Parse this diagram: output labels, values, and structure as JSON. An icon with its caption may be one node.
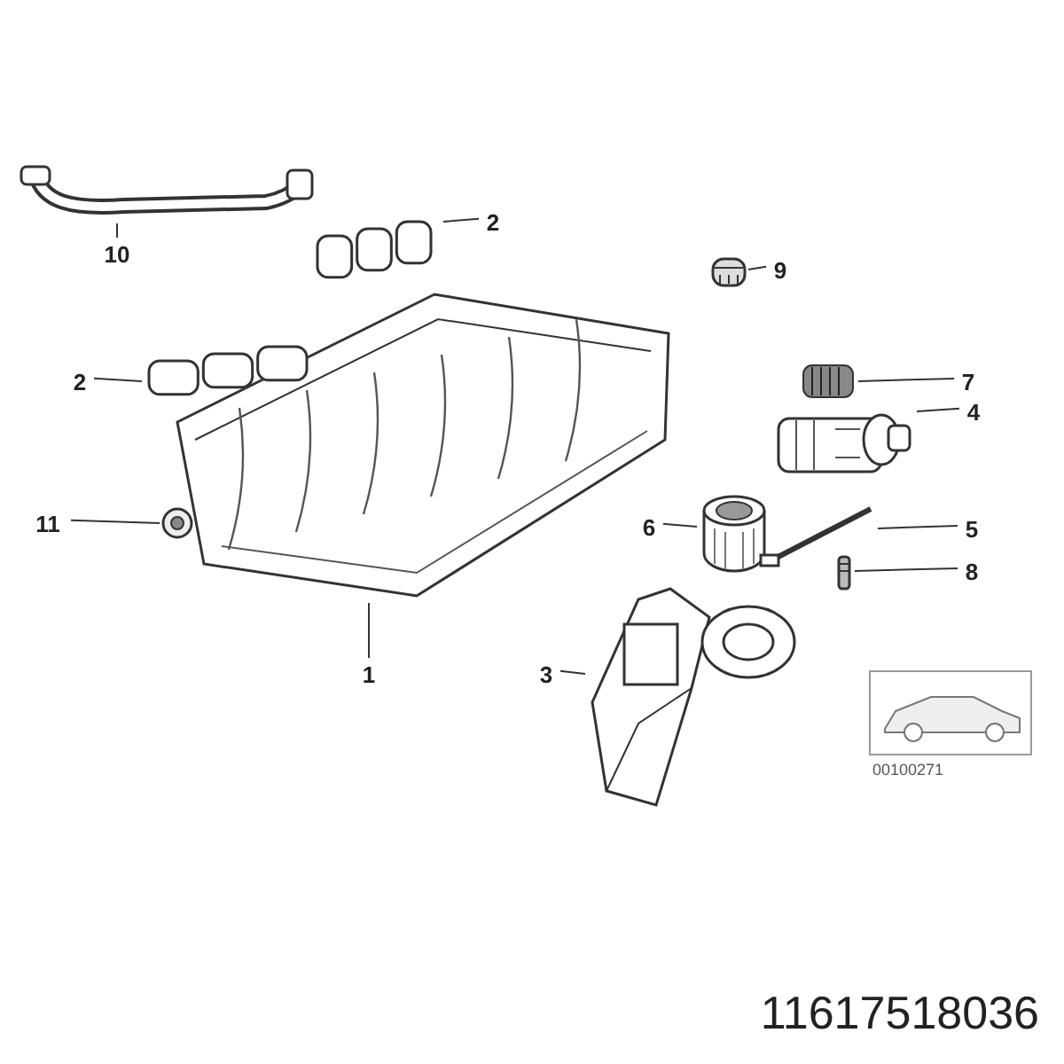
{
  "diagram": {
    "nodes": [
      {
        "text": [
          "2"
        ]
      },
      {
        "text": [
          "10"
        ]
      },
      {
        "text": [
          "9"
        ]
      },
      {
        "text": [
          "2"
        ]
      },
      {
        "text": [
          "7"
        ]
      },
      {
        "text": [
          "4"
        ]
      },
      {
        "text": [
          "11"
        ]
      },
      {
        "text": [
          "6"
        ]
      },
      {
        "text": [
          "5"
        ]
      },
      {
        "text": [
          "8"
        ]
      },
      {
        "text": [
          "1"
        ]
      },
      {
        "text": [
          "3"
        ]
      },
      {
        "text": [],
        "shape": "picture"
      },
      {
        "text": [],
        "shape": "picture"
      },
      {
        "text": [],
        "shape": "picture"
      },
      {
        "text": [],
        "shape": "picture"
      },
      {
        "text": [],
        "shape": "picture"
      },
      {
        "text": [],
        "shape": "picture"
      },
      {
        "text": [],
        "shape": "picture"
      },
      {
        "text": [],
        "shape": "picture"
      },
      {
        "text": [],
        "shape": "picture"
      },
      {
        "text": [],
        "shape": "picture"
      },
      {
        "text": [],
        "shape": "picture"
      },
      {
        "text": [],
        "shape": "picture"
      }
    ],
    "edges": [
      {
        "from": 0,
        "to": 12,
        "arrow": "none"
      },
      {
        "from": 1,
        "to": 13,
        "arrow": "none"
      },
      {
        "from": 2,
        "to": 14,
        "arrow": "none"
      },
      {
        "from": 3,
        "to": 15,
        "arrow": "none"
      },
      {
        "from": 4,
        "to": 16,
        "arrow": "none"
      },
      {
        "from": 5,
        "to": 17,
        "arrow": "none"
      },
      {
        "from": 6,
        "to": 18,
        "arrow": "none"
      },
      {
        "from": 7,
        "to": 19,
        "arrow": "none"
      },
      {
        "from": 8,
        "to": 20,
        "arrow": "none"
      },
      {
        "from": 9,
        "to": 21,
        "arrow": "none"
      },
      {
        "from": 10,
        "to": 22,
        "arrow": "none"
      },
      {
        "from": 11,
        "to": 23,
        "arrow": "none"
      }
    ],
    "labels": [
      "00100271",
      "11617518036"
    ]
  }
}
